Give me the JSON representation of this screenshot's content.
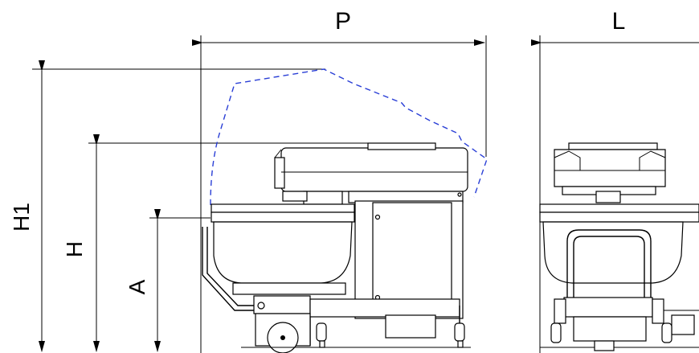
{
  "drawing": {
    "labels": {
      "depth": "P",
      "width": "L",
      "total_height": "H1",
      "height": "H",
      "bowl_height": "A"
    },
    "colors": {
      "outline": "#000000",
      "open_head_outline": "#2a3fd6",
      "background": "#ffffff"
    }
  }
}
